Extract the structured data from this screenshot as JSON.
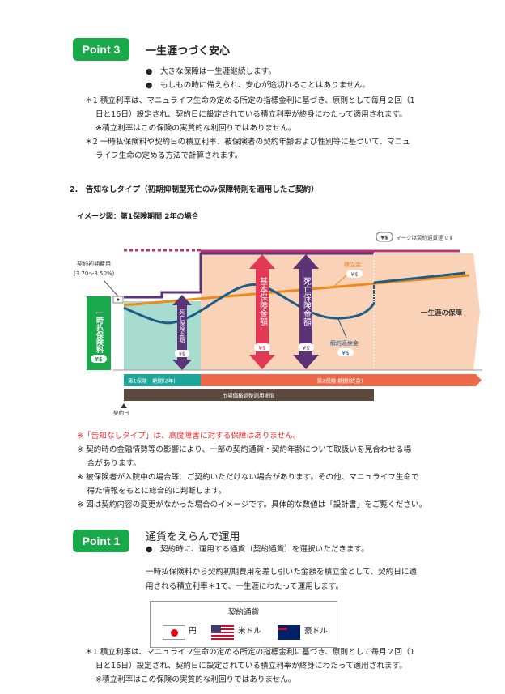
{
  "point3": {
    "badge": "Point 3",
    "title": "一生涯つづく安心",
    "bullets": [
      "●　大きな保障は一生涯継続します。",
      "●　もしもの時に備えられ、安心が途切れることはありません。"
    ],
    "notes": [
      "＊1 積立利率は、マニュライフ生命の定める所定の指標金利に基づき、原則として毎月２回（1",
      "日と16日）設定され、契約日に設定されている積立利率が終身にわたって適用されます。",
      "※積立利率はこの保険の実質的な利回りではありません。",
      "＊2 一時払保険料や契約日の積立利率、被保険者の契約年齢および性別等に基づいて、マニュ",
      "ライフ生命の定める方法で計算されます。"
    ]
  },
  "section2": {
    "heading": "2.　告知なしタイプ（初期抑制型死亡のみ保障特則を適用したご契約）",
    "subheading": "イメージ図：第1保険期間  2年の場合"
  },
  "diagram": {
    "legend_mark": "¥$",
    "legend_text": "マークは契約通貨建です",
    "initial_cost": "契約初期費用",
    "initial_cost_range": "(3.70～8.50%)",
    "premium": "一時払保険料",
    "currency_mark": "¥$",
    "death_small": "死亡保険金額",
    "basic": "基本保険金額",
    "death": "死亡保険金額",
    "reserve": "積立金",
    "surrender": "解約返戻金",
    "lifetime": "一生涯の保障",
    "period1": "第1保険　期間(2年)",
    "period2": "第2保険 期間(終身)",
    "mva": "市場価格調整適用期間",
    "contract_day": "契約日",
    "colors": {
      "green": "#1aa94a",
      "teal": "#a8dccf",
      "peach": "#f9d2b8",
      "purple": "#5b3377",
      "red": "#e23a56",
      "orange": "#ee8a18",
      "blue": "#1c5d87",
      "magenta": "#c4316a",
      "brown": "#5c4a3e",
      "orangebar": "#ec6a4a",
      "tealbar": "#1ea59a"
    }
  },
  "notes2": [
    {
      "text": "※「告知なしタイプ」は、高度障害に対する保障はありません。",
      "emphasis": true
    },
    {
      "text": "※ 契約時の金融情勢等の影響により、一部の契約通貨・契約年齢について取扱いを見合わせる場"
    },
    {
      "text": "　 合があります。"
    },
    {
      "text": "※ 被保険者が入院中の場合等、ご契約いただけない場合があります。その他、マニュライフ生命で"
    },
    {
      "text": "　 得た情報をもとに総合的に判断します。"
    },
    {
      "text": "※ 図は契約内容の変更がなかった場合のイメージです。具体的な数値は「設計書」をご覧ください。"
    }
  ],
  "point1": {
    "badge": "Point 1",
    "title": "通貨をえらんで運用",
    "bullet": "●　契約時に、運用する通貨（契約通貨）を選択いただきます。",
    "para": [
      "一時払保険料から契約初期費用を差し引いた金額を積立金として、契約日に適",
      "用される積立利率＊1で、一生涯にわたって運用します。"
    ],
    "currency_box": {
      "title": "契約通貨",
      "items": [
        {
          "label": "円",
          "flag": "japan-flag"
        },
        {
          "label": "米ドル",
          "flag": "us-flag"
        },
        {
          "label": "豪ドル",
          "flag": "australia-flag"
        }
      ]
    },
    "notes": [
      "＊1 積立利率は、マニュライフ生命の定める所定の指標金利に基づき、原則として毎月２回（1",
      "日と16日）設定され、契約日に設定されている積立利率が終身にわたって適用されます。",
      "※積立利率はこの保険の実質的な利回りではありません。"
    ]
  }
}
